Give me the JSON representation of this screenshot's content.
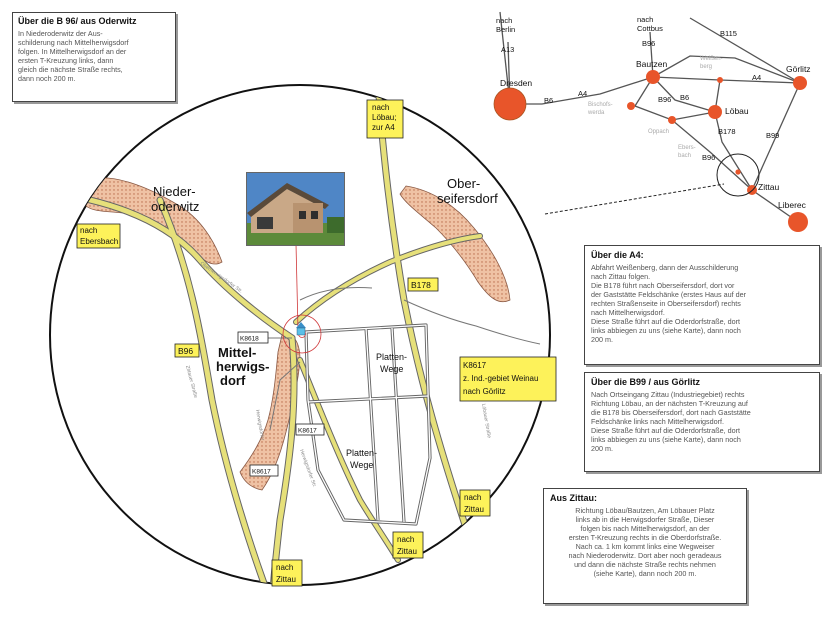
{
  "boxes": {
    "b96": {
      "title": "Über die B 96/ aus Oderwitz",
      "lines": [
        "In Niederoderwitz der Aus-",
        "schilderung nach Mittelherwigsdorf",
        "folgen. In Mittelherwigsdorf an der",
        "ersten T-Kreuzung links, dann",
        "gleich die nächste Straße rechts,",
        "dann noch 200 m."
      ]
    },
    "a4": {
      "title": "Über die A4:",
      "lines": [
        "Abfahrt Weißenberg, dann der Ausschilderung",
        "nach Zittau folgen.",
        "Die B178 führt nach Oberseifersdorf, dort vor",
        "der Gaststätte Feldschänke (erstes Haus auf der",
        "rechten Straßenseite in Oberseifersdorf) rechts",
        "nach Mittelherwigsdorf.",
        "Diese Straße führt auf die Oderdorfstraße, dort",
        "links abbiegen zu uns (siehe Karte), dann noch",
        "200 m."
      ]
    },
    "b99": {
      "title": "Über die B99 / aus Görlitz",
      "lines": [
        "Nach Ortseingang Zittau (Industriegebiet) rechts",
        "Richtung Löbau, an der nächsten T-Kreuzung auf",
        "die B178 bis Oberseifersdorf, dort nach Gaststätte",
        "Feldschänke links nach Mittelherwigsdorf.",
        "Diese Straße führt auf die Oderdorfstraße, dort",
        "links abbiegen zu uns (siehe Karte), dann noch",
        "200 m."
      ]
    },
    "zittau": {
      "title": "Aus Zittau:",
      "lines": [
        "Richtung Löbau/Bautzen, Am Löbauer Platz",
        "links ab in die Herwigsdorfer Straße, Dieser",
        "folgen bis nach Mittelherwigsdorf, an der",
        "ersten T-Kreuzung rechts in die Oberdorfstraße.",
        "Nach ca. 1 km kommt links eine Wegweiser",
        "nach Niederoderwitz. Dort aber noch geradeaus",
        "und dann die nächste Straße rechts nehmen",
        " (siehe Karte), dann noch 200 m."
      ]
    }
  },
  "local_map": {
    "places": {
      "niederoderwitz": [
        "Nieder-",
        "oderwitz"
      ],
      "oberseifersdorf": [
        "Ober-",
        "seifersdorf"
      ],
      "mittelherwigsdorf": [
        "Mittel-",
        "herwigs-",
        "dorf"
      ],
      "platten1": [
        "Platten-",
        "Wege"
      ],
      "platten2": [
        "Platten-",
        "Wege"
      ]
    },
    "signs": {
      "loebau": [
        "nach",
        "Löbau;",
        "zur A4"
      ],
      "ebersbach": [
        "nach",
        "Ebersbach"
      ],
      "weinau": [
        "K8617",
        "z. Ind.-gebiet Weinau",
        "nach Görlitz"
      ],
      "zittau_e": [
        "nach",
        "Zittau"
      ],
      "zittau_c": [
        "nach",
        "Zittau"
      ],
      "zittau_s": [
        "nach",
        "Zittau"
      ]
    },
    "road_badges": {
      "b178": "B178",
      "b96": "B96",
      "k8618": "K8618",
      "k8617a": "K8617",
      "k8617b": "K8617"
    }
  },
  "overview_map": {
    "cities": {
      "dresden": "Dresden",
      "bautzen": "Bautzen",
      "loebau": "Löbau",
      "goerlitz": "Görlitz",
      "zittau": "Zittau",
      "liberec": "Liberec"
    },
    "directions": {
      "berlin": [
        "nach",
        "Berlin"
      ],
      "cottbus": [
        "nach",
        "Cottbus"
      ]
    },
    "roads": {
      "a13": "A13",
      "a4_w": "A4",
      "a4_e": "A4",
      "b6_w": "B6",
      "b6_c": "B6",
      "b96_n": "B96",
      "b96_c": "B96",
      "b96_s": "B96",
      "b178": "B178",
      "b99": "B99",
      "b115": "B115"
    }
  },
  "colors": {
    "road_yellow": "#e6e07a",
    "village_fill": "#efc2a4",
    "city_red": "#e8552a",
    "sign_yellow": "#fdf25a"
  }
}
